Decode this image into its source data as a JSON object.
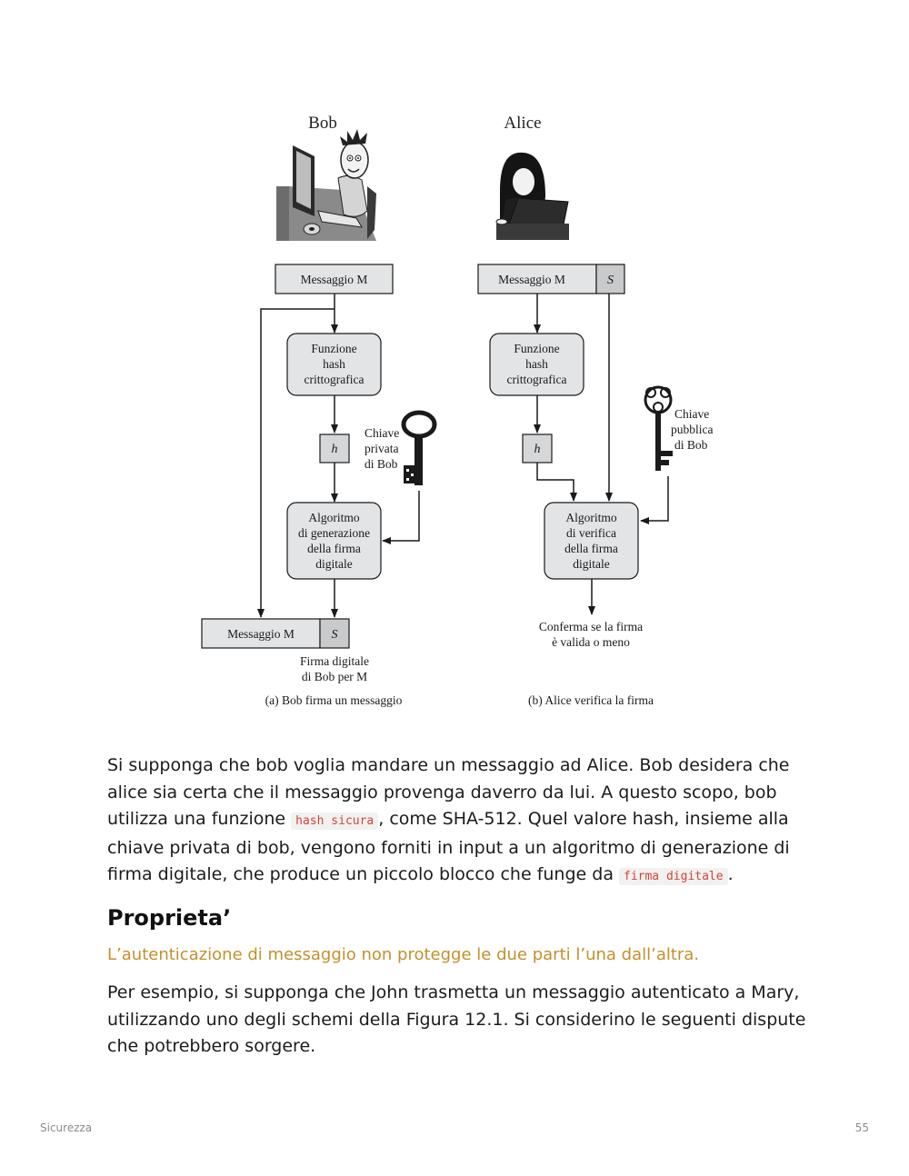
{
  "figure": {
    "bob_title": "Bob",
    "alice_title": "Alice",
    "a": {
      "message_top": "Messaggio M",
      "hash_box": [
        "Funzione",
        "hash",
        "crittografica"
      ],
      "h_label": "h",
      "private_key": [
        "Chiave",
        "privata",
        "di Bob"
      ],
      "algo_box": [
        "Algoritmo",
        "di generazione",
        "della firma",
        "digitale"
      ],
      "message_bottom": "Messaggio M",
      "s_label": "S",
      "signature_caption": [
        "Firma digitale",
        "di Bob per M"
      ],
      "caption": "(a) Bob firma un messaggio"
    },
    "b": {
      "message_top": "Messaggio M",
      "s_label": "S",
      "hash_box": [
        "Funzione",
        "hash",
        "crittografica"
      ],
      "h_label": "h",
      "public_key": [
        "Chiave",
        "pubblica",
        "di Bob"
      ],
      "algo_box": [
        "Algoritmo",
        "di verifica",
        "della firma",
        "digitale"
      ],
      "result": [
        "Conferma se la firma",
        "è valida o meno"
      ],
      "caption": "(b) Alice verifica la firma"
    }
  },
  "paragraph1": {
    "part1": "Si supponga che bob voglia mandare un messaggio ad Alice. Bob desidera che alice sia certa che il messaggio provenga daverro da lui. A questo scopo, bob utilizza una funzione ",
    "code1": "hash sicura",
    "part2": ", come SHA-512. Quel valore hash, insieme alla chiave privata di bob, vengono forniti in input a un algoritmo di generazione di firma digitale, che produce un piccolo blocco che funge da ",
    "code2": "firma digitale",
    "part3": "."
  },
  "section_title": "Proprieta’",
  "highlight": "L’autenticazione di messaggio non protegge le due parti l’una dall’altra.",
  "paragraph2": "Per esempio, si supponga che John trasmetta un messaggio autenticato a Mary, utilizzando uno degli schemi della Figura 12.1. Si considerino le seguenti dispute che potrebbero sorgere.",
  "footer": {
    "left": "Sicurezza",
    "right": "55"
  }
}
